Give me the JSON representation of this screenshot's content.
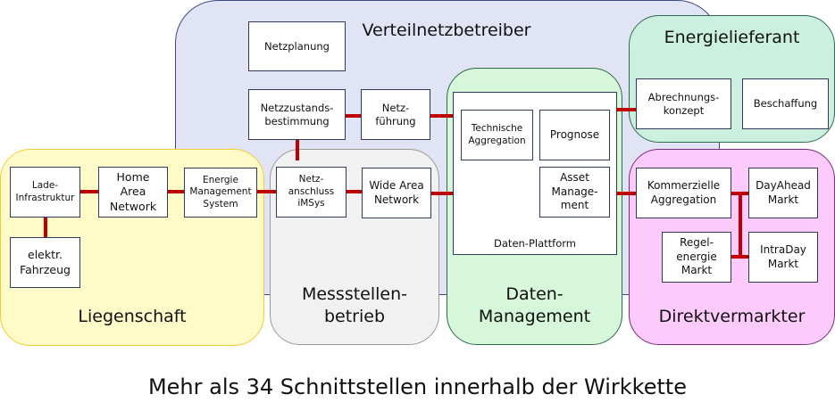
{
  "regions": {
    "verteilnetzbetreiber": "Verteilnetzbetreiber",
    "liegenschaft": "Liegenschaft",
    "messstellenbetrieb": "Messstellen-\nbetrieb",
    "daten_management": "Daten-\nManagement",
    "energielieferant": "Energielieferant",
    "direktvermarkter": "Direktvermarkter"
  },
  "boxes": {
    "netzplanung": "Netzplanung",
    "netzzustandsbestimmung": "Netzzustands-\nbestimmung",
    "netzfuehrung": "Netz-\nführung",
    "ladeinfrastruktur": "Lade-\nInfrastruktur",
    "home_area_network": "Home\nArea\nNetwork",
    "energie_management_system": "Energie\nManagement\nSystem",
    "elektr_fahrzeug": "elektr.\nFahrzeug",
    "netzanschluss_imsys": "Netz-\nanschluss\niMSys",
    "wide_area_network": "Wide Area\nNetwork",
    "technische_aggregation": "Technische\nAggregation",
    "prognose": "Prognose",
    "asset_management": "Asset\nManage-\nment",
    "daten_plattform": "Daten-Plattform",
    "abrechnungskonzept": "Abrechnungs-\nkonzept",
    "beschaffung": "Beschaffung",
    "kommerzielle_aggregation": "Kommerzielle\nAggregation",
    "dayahead_markt": "DayAhead\nMarkt",
    "regelenergie_markt": "Regel-\nenergie\nMarkt",
    "intraday_markt": "IntraDay\nMarkt"
  },
  "colors": {
    "link": "#c00000",
    "verteilnetzbetreiber": "#e1e4f5",
    "liegenschaft": "#fffbc8",
    "messstellenbetrieb": "#f1f1f1",
    "daten_management": "#d6f7da",
    "energielieferant": "#cbf0df",
    "direktvermarkter": "#fccbfb"
  },
  "caption": "Mehr als 34 Schnittstellen innerhalb der Wirkkette"
}
